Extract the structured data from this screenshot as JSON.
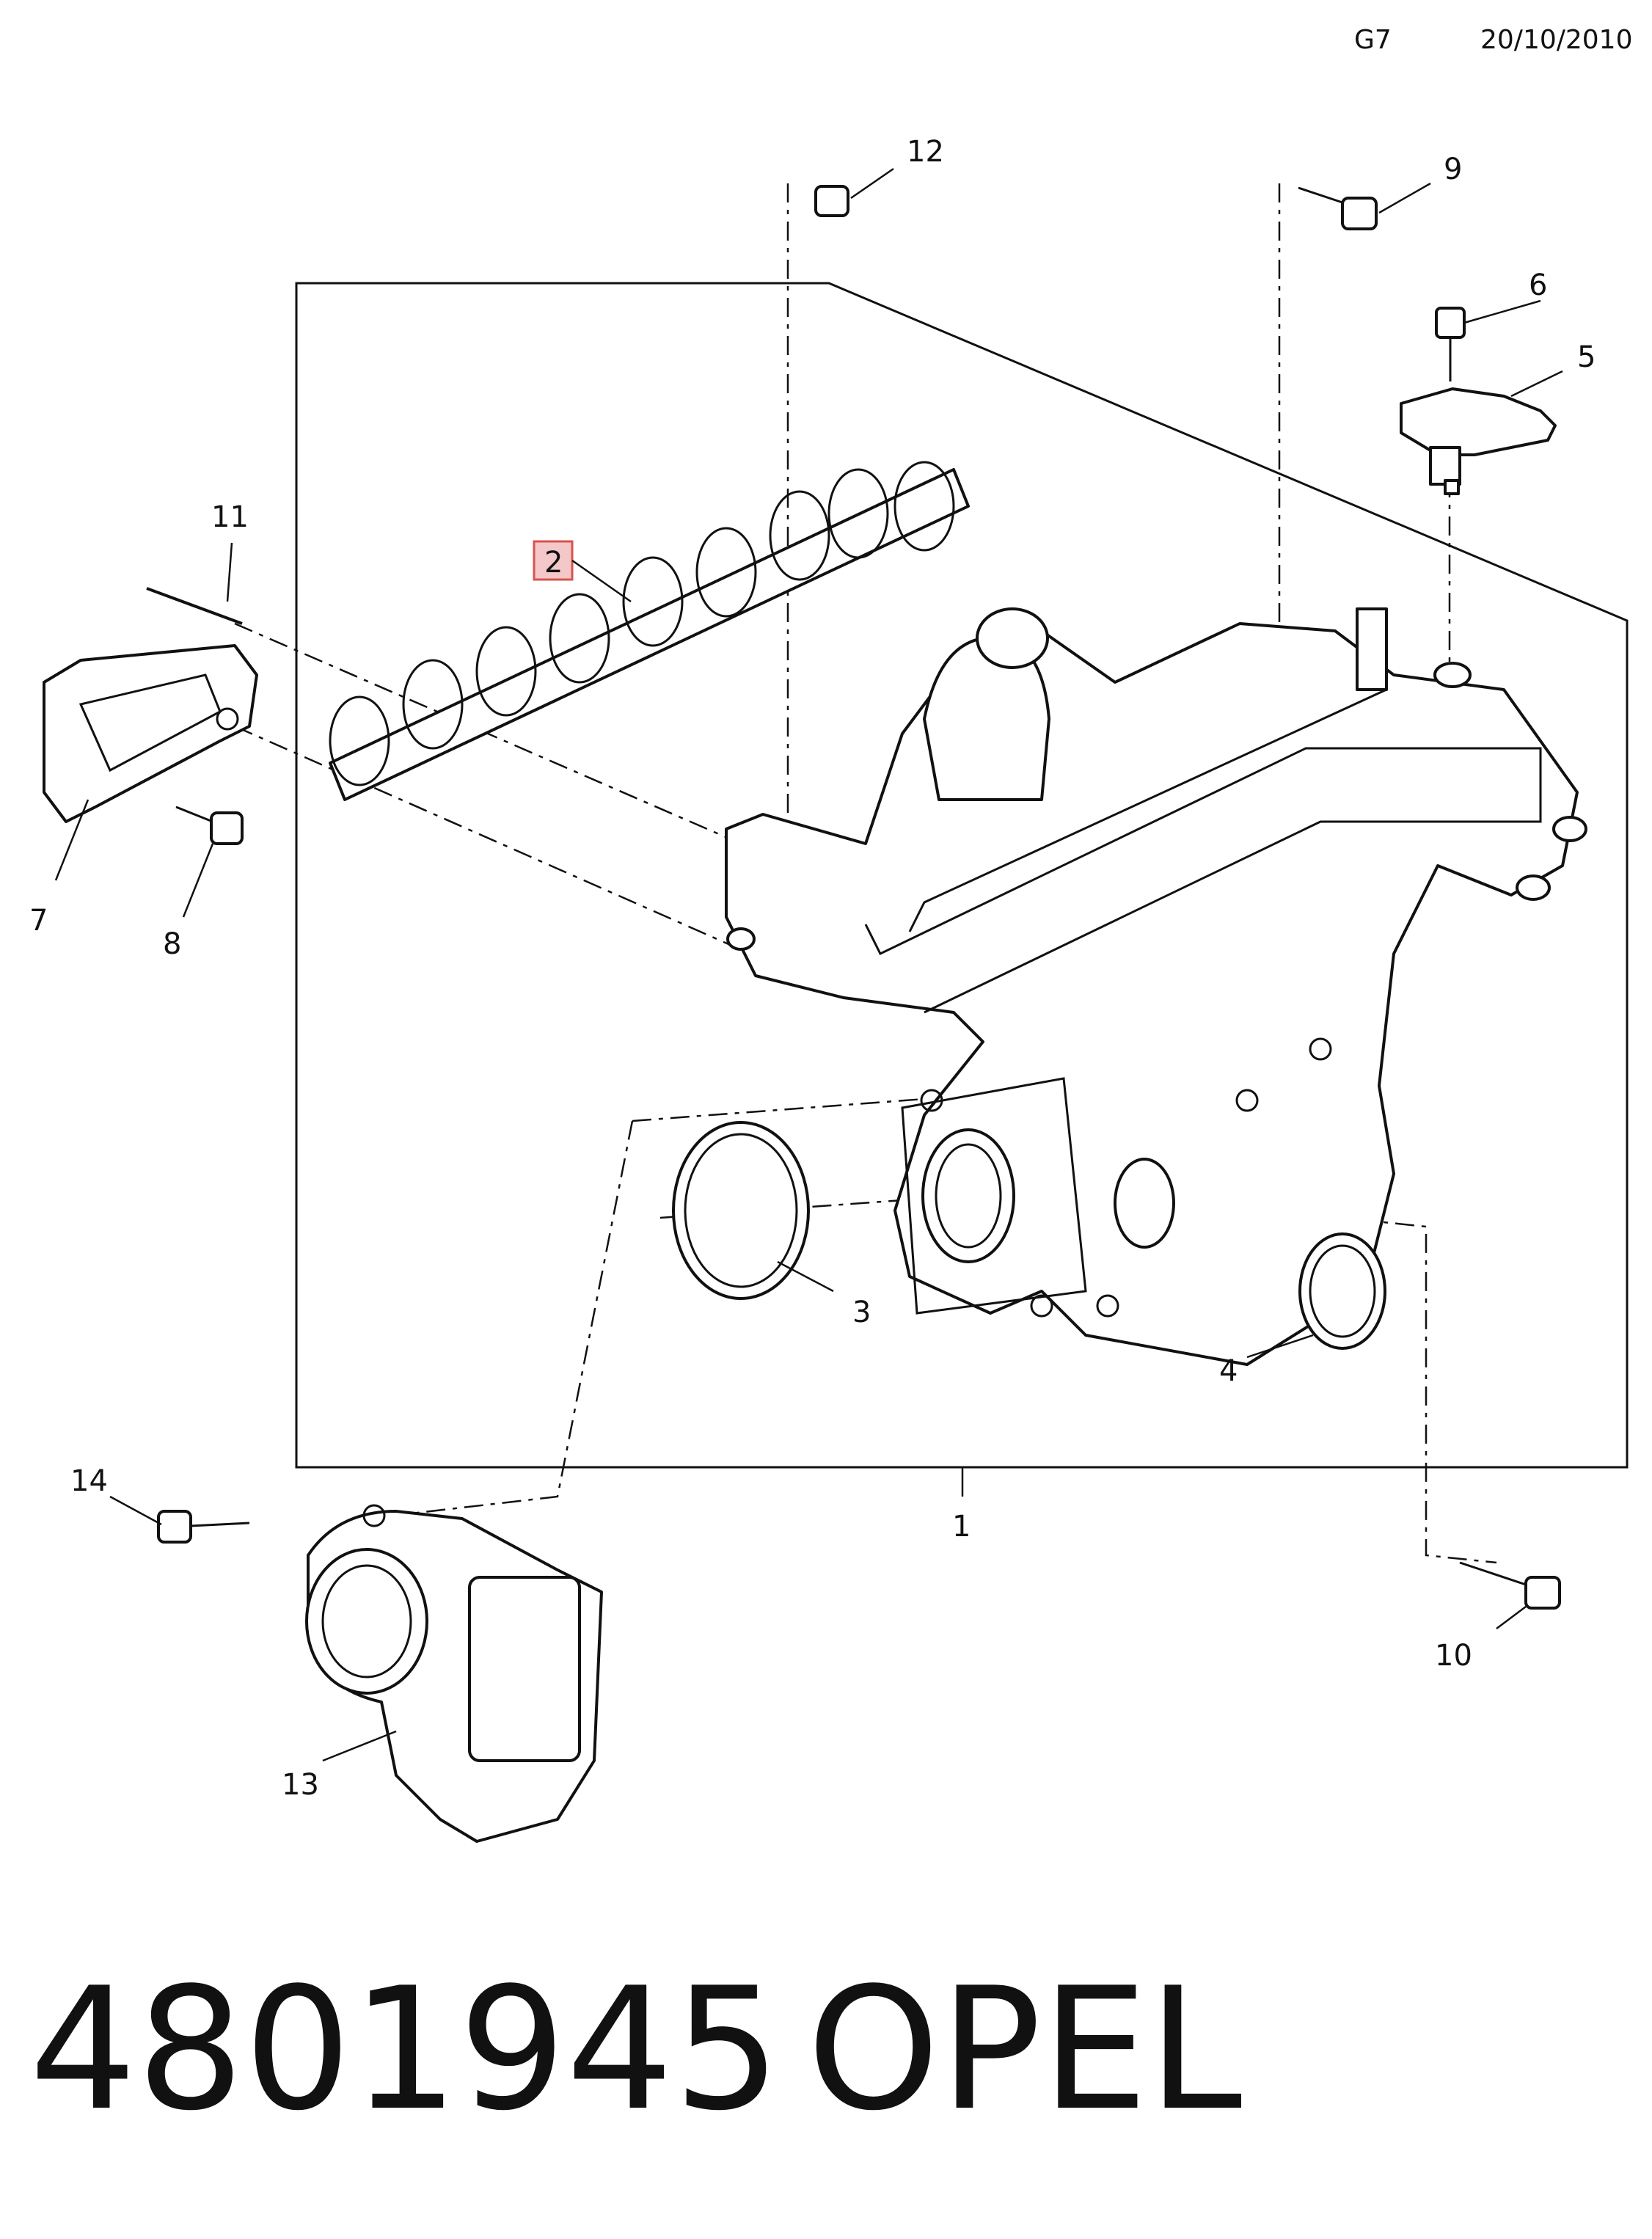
{
  "header": {
    "code": "G7",
    "date": "20/10/2010"
  },
  "callouts": {
    "c1": "1",
    "c2": "2",
    "c3": "3",
    "c4": "4",
    "c5": "5",
    "c6": "6",
    "c7": "7",
    "c8": "8",
    "c9": "9",
    "c10": "10",
    "c11": "11",
    "c12": "12",
    "c13": "13",
    "c14": "14"
  },
  "footer": {
    "part_number": "4801945",
    "brand": "OPEL"
  },
  "colors": {
    "highlight_fill": "#f4c8c8",
    "highlight_stroke": "#d9534f",
    "ink": "#111111"
  }
}
